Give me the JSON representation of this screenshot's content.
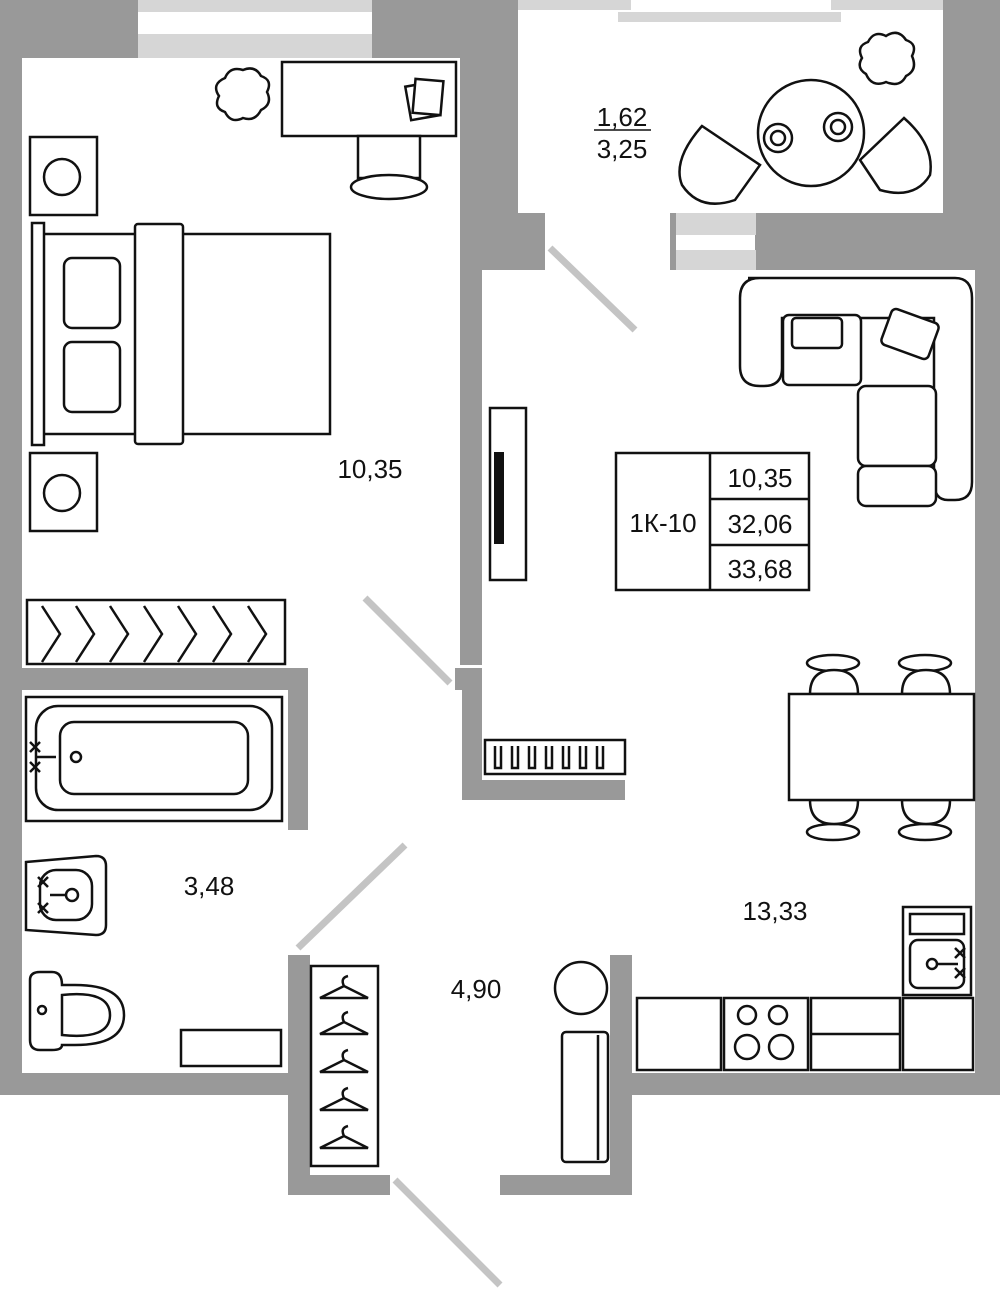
{
  "plan": {
    "apartment_code": "1К-10",
    "summary": {
      "living_area": "10,35",
      "total_area": "32,06",
      "total_with_balcony": "33,68"
    },
    "rooms": {
      "bedroom": "10,35",
      "balcony_top": "1,62",
      "balcony_bottom": "3,25",
      "bathroom": "3,48",
      "hallway": "4,90",
      "kitchen_living": "13,33"
    },
    "colors": {
      "wall": "#999999",
      "window": "#d6d6d6",
      "line": "#111111"
    }
  }
}
